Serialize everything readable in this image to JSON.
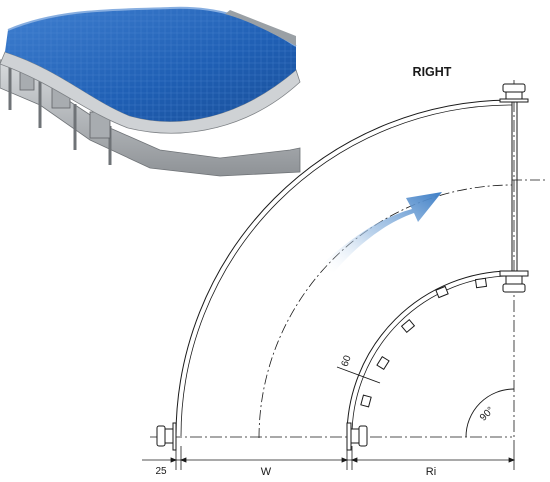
{
  "title": "RIGHT",
  "dimensions": {
    "edge_offset": "25",
    "width": "W",
    "inner_radius": "Ri",
    "pitch": "60",
    "angle": "90°"
  },
  "colors": {
    "belt": "#1f5fb4",
    "belt_highlight": "#3f7fd0",
    "steel": "#b9bcc0",
    "steel_dark": "#7d8185",
    "arrow": "#4a86c6",
    "line": "#1a1a1a"
  }
}
